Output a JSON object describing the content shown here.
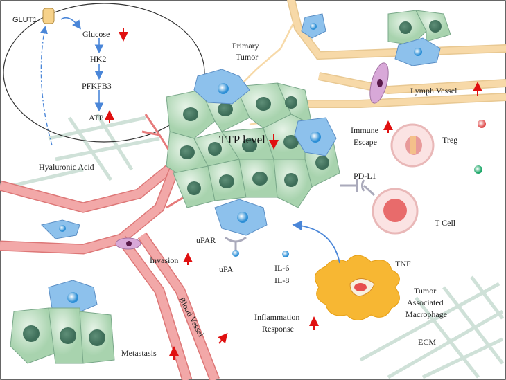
{
  "labels": {
    "glut1": "GLUT1",
    "glucose": "Glucose",
    "hk2": "HK2",
    "pfkfb3": "PFKFB3",
    "atp": "ATP",
    "hyaluronic_acid": "Hyaluronic Acid",
    "primary_tumor_1": "Primary",
    "primary_tumor_2": "Tumor",
    "ttp_level": "TTP level",
    "lymph_vessel": "Lymph Vessel",
    "immune_escape_1": "Immune",
    "immune_escape_2": "Escape",
    "treg": "Treg",
    "pdl1": "PD-L1",
    "t_cell": "T Cell",
    "upar": "uPAR",
    "upa": "uPA",
    "invasion": "Invasion",
    "il6": "IL-6",
    "il8": "IL-8",
    "tnf": "TNF",
    "tam_1": "Tumor",
    "tam_2": "Associated",
    "tam_3": "Macrophage",
    "inflammation_1": "Inflammation",
    "inflammation_2": "Response",
    "blood_vessel": "Blood Vessel",
    "metastasis": "Metastasis",
    "ecm": "ECM"
  },
  "colors": {
    "arrow_up_down": "#e01010",
    "pathway_arrow": "#4a86d8",
    "tumor_cell": "#bfe0c4",
    "blood_vessel": "#f2a8a8",
    "lymph_vessel": "#f7d9a8",
    "macrophage": "#f7b733",
    "immune_cell_blue": "#8dc1ec",
    "ecm_mesh": "#cfe1d8"
  },
  "icons": [
    "up-arrow-icon",
    "down-arrow-icon",
    "glut1-transporter-icon",
    "receptor-icon"
  ]
}
